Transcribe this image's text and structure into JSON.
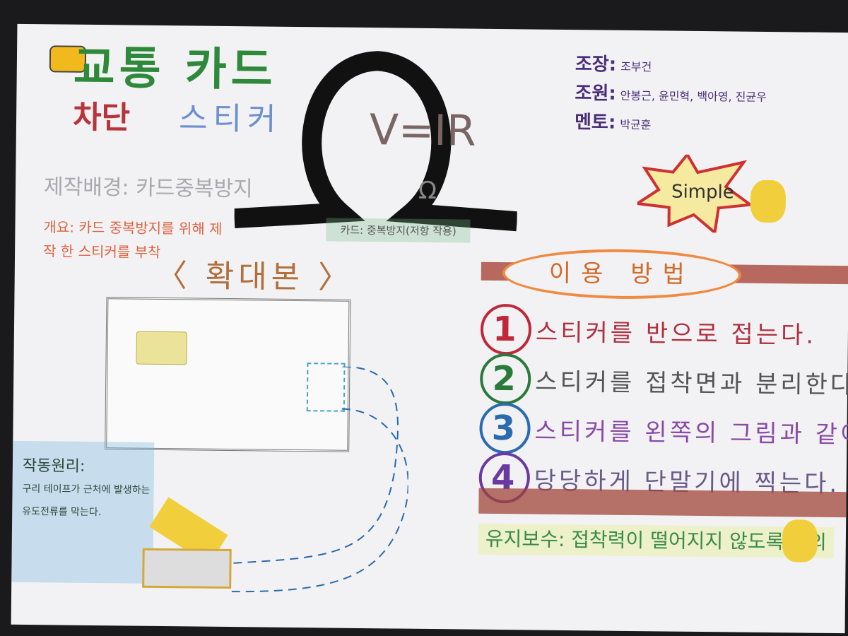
{
  "poster": {
    "title": "교통 카드",
    "subtitle_red": "차단",
    "subtitle_blue": "스티커",
    "background_text": "제작배경: 카드중복방지",
    "overview": "개요: 카드 중복방지를 위해 제작 한 스티커를 부착",
    "magnified_label": "〈 확대본 〉",
    "formula": "V=IR",
    "ohm_symbol": "Ω",
    "caption": "카드: 중복방지(저항 작용)",
    "team": [
      {
        "role": "조장:",
        "names": "조부건"
      },
      {
        "role": "조원:",
        "names": "안봉근, 윤민혁, 백아영, 진균우"
      },
      {
        "role": "멘토:",
        "names": "박균훈"
      }
    ],
    "badge": "Simple",
    "usage_title": "이용 방법",
    "steps": [
      {
        "num": "1",
        "text": "스티커를 반으로 접는다.",
        "color": "#c0283a"
      },
      {
        "num": "2",
        "text": "스티커를 접착면과 분리한다",
        "color": "#2a7a3a"
      },
      {
        "num": "3",
        "text": "스티커를 왼쪽의 그림과 같이 부착한다.",
        "color": "#2a6ab0"
      },
      {
        "num": "4",
        "text": "당당하게 단말기에 찍는다.",
        "color": "#6a3aa0"
      }
    ],
    "maintenance": "유지보수: 접착력이 떨어지지 않도록 유의",
    "principle_title": "작동원리:",
    "principle_text": "구리 테이프가 근처에 발생하는 유도전류를 막는다."
  }
}
